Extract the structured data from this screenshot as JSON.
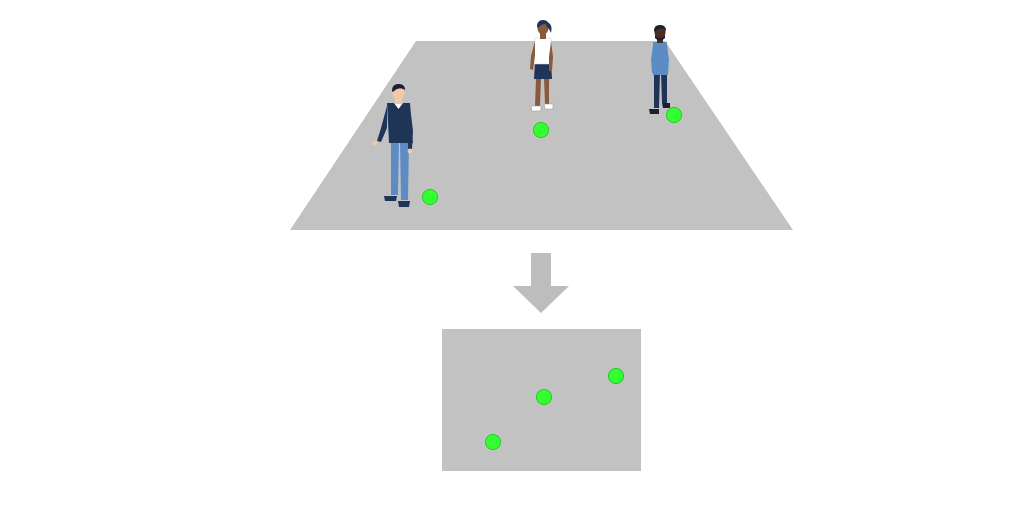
{
  "diagram": {
    "colors": {
      "background": "#ffffff",
      "floor": "#c2c2c2",
      "arrow": "#bdbdbd",
      "map": "#c2c2c2",
      "marker": "#33ff33",
      "marker_edge": "#22cc22",
      "skin_light": "#f2c9a6",
      "skin_dark": "#8a5a3c",
      "skin_darkest": "#4a2e1f",
      "navy": "#1f3558",
      "denim": "#5d8bc4",
      "hair_dark": "#1c1f33",
      "white": "#ffffff"
    },
    "icons": [
      "person-icon",
      "arrow-down-icon",
      "marker-icon"
    ],
    "scene": {
      "people": [
        {
          "name": "man-navy-sweater"
        },
        {
          "name": "woman-white-shirt"
        },
        {
          "name": "man-denim-shirt"
        }
      ]
    },
    "map": {
      "markers_count": 3
    }
  }
}
